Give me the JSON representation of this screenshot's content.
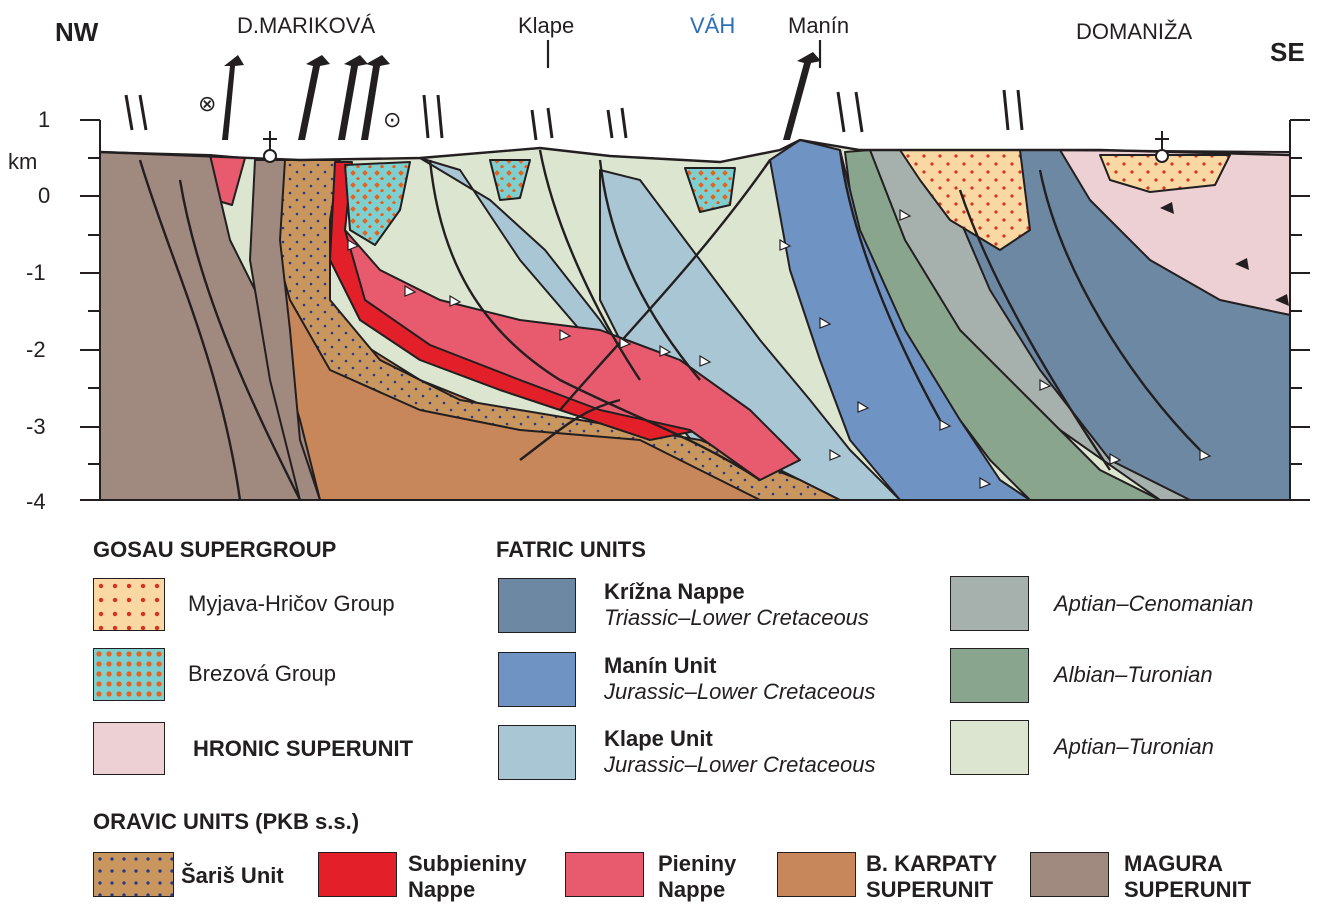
{
  "section": {
    "dir_left": "NW",
    "dir_right": "SE",
    "unit": "km",
    "depth_ticks": [
      "1",
      "0",
      "-1",
      "-2",
      "-3",
      "-4"
    ],
    "places": {
      "marikova": "D.MARIKOVÁ",
      "klape": "Klape",
      "vah": "VÁH",
      "manin": "Manín",
      "domaniza": "DOMANIŽA"
    },
    "symbols": {
      "away": "⊗",
      "toward": "⊙"
    }
  },
  "legend": {
    "gosau_title": "GOSAU SUPERGROUP",
    "myjava": "Myjava-Hričov Group",
    "brezova": "Brezová Group",
    "hronic": "HRONIC SUPERUNIT",
    "fatric_title": "FATRIC UNITS",
    "krizna_name": "Krížna Nappe",
    "krizna_age": "Triassic–Lower Cretaceous",
    "manin_name": "Manín Unit",
    "manin_age": "Jurassic–Lower Cretaceous",
    "klape_name": "Klape Unit",
    "klape_age": "Jurassic–Lower Cretaceous",
    "aptian_cen": "Aptian–Cenomanian",
    "albian_tur": "Albian–Turonian",
    "aptian_tur": "Aptian–Turonian",
    "oravic_title": "ORAVIC UNITS (PKB s.s.)",
    "saris": "Šariš Unit",
    "subpieniny_1": "Subpieniny",
    "subpieniny_2": "Nappe",
    "pieniny_1": "Pieniny",
    "pieniny_2": "Nappe",
    "bkarpaty_1": "B. KARPATY",
    "bkarpaty_2": "SUPERUNIT",
    "magura_1": "MAGURA",
    "magura_2": "SUPERUNIT"
  },
  "colors": {
    "magura": "#a08a80",
    "bkarpaty": "#c8875a",
    "saris_bg": "#c9965e",
    "subpieniny": "#e3202a",
    "pieniny": "#e85a6e",
    "klape": "#a9c6d5",
    "manin": "#6f93c2",
    "krizna": "#6c88a3",
    "aptian_cen": "#a6b0ad",
    "albian_tur": "#8aa58e",
    "aptian_tur": "#dbe5cf",
    "hronic": "#ecd0d3",
    "myjava_bg": "#f9d8a4",
    "brezova_bg": "#7ecfd0",
    "dot_red": "#d9311f",
    "dot_blue": "#283a8a",
    "vah_text": "#2c6fb8"
  }
}
